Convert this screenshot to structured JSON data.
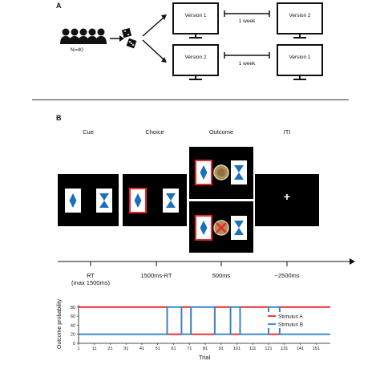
{
  "panelA": {
    "letter": "A",
    "sample": "N=40",
    "monitors": [
      "Version 1",
      "Version 2",
      "Version 2",
      "Version 1"
    ],
    "interval_top": "1 week",
    "interval_bottom": "1 week"
  },
  "panelB": {
    "letter": "B",
    "phases": [
      "Cue",
      "Choice",
      "Outcome",
      "ITI"
    ],
    "timeline": [
      {
        "line1": "RT",
        "line2": "(max 1500ms)"
      },
      {
        "line1": "1500ms-RT",
        "line2": ""
      },
      {
        "line1": "500ms",
        "line2": ""
      },
      {
        "line1": "~2500ms",
        "line2": ""
      }
    ],
    "iti_symbol": "+"
  },
  "chart_data": {
    "type": "line",
    "xlabel": "Trial",
    "ylabel": "Outcome probability",
    "xticks": [
      1,
      11,
      21,
      31,
      41,
      51,
      61,
      71,
      81,
      91,
      101,
      111,
      121,
      131,
      141,
      151
    ],
    "yticks": [
      0,
      20,
      40,
      60,
      80
    ],
    "xlim": [
      1,
      160
    ],
    "ylim": [
      0,
      85
    ],
    "legend_placement": "right",
    "colors": {
      "a": "#e8272a",
      "b": "#2e86c8"
    },
    "series": [
      {
        "name": "Stimulus A",
        "x": [
          1,
          57,
          57,
          66,
          66,
          72,
          72,
          87,
          87,
          97,
          97,
          103,
          103,
          121,
          121,
          128,
          128,
          160
        ],
        "values": [
          80,
          80,
          20,
          20,
          80,
          80,
          20,
          20,
          80,
          80,
          20,
          20,
          80,
          80,
          20,
          20,
          80,
          80
        ]
      },
      {
        "name": "Stimulus B",
        "x": [
          1,
          57,
          57,
          66,
          66,
          72,
          72,
          87,
          87,
          97,
          97,
          103,
          103,
          121,
          121,
          128,
          128,
          160
        ],
        "values": [
          20,
          20,
          80,
          80,
          20,
          20,
          80,
          80,
          20,
          20,
          80,
          80,
          20,
          20,
          80,
          80,
          20,
          20
        ]
      }
    ]
  }
}
